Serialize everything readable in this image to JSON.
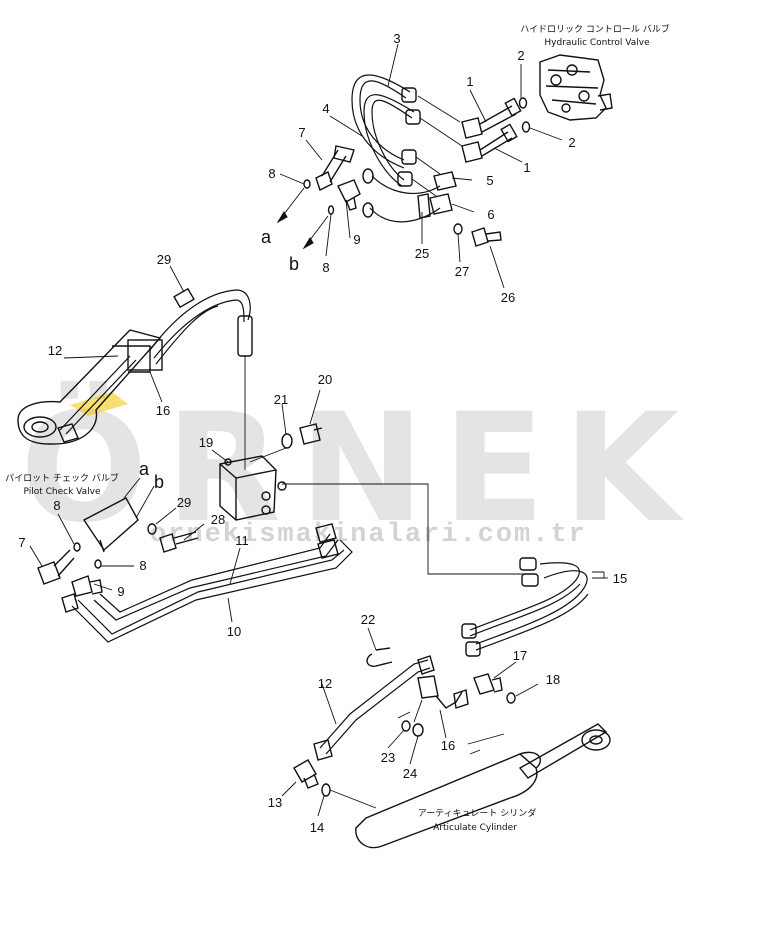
{
  "watermark": {
    "brand": "ÖRNEK",
    "url": "ornekismakinalari.com.tr",
    "brand_color": "#8a8a8a",
    "accent_color": "#f2c200"
  },
  "captions": {
    "hydraulic_valve_jp": "ハイドロリック コントロール バルブ",
    "hydraulic_valve_en": "Hydraulic Control Valve",
    "pilot_check_valve_jp": "パイロット チェック バルブ",
    "pilot_check_valve_en": "Pilot Check Valve",
    "articulate_cylinder_jp": "アーティキュレート シリンダ",
    "articulate_cylinder_en": "Articulate Cylinder"
  },
  "letters": {
    "a_top": "a",
    "b_top": "b",
    "a_mid": "a",
    "b_mid": "b"
  },
  "callouts": {
    "c1a": "1",
    "c1b": "1",
    "c2a": "2",
    "c2b": "2",
    "c3": "3",
    "c4": "4",
    "c5": "5",
    "c6": "6",
    "c7a": "7",
    "c8a": "8",
    "c9a": "9",
    "c8b": "8",
    "c25": "25",
    "c27": "27",
    "c26": "26",
    "c29a": "29",
    "c12a": "12",
    "c16a": "16",
    "c21": "21",
    "c20": "20",
    "c19": "19",
    "c8c": "8",
    "c29b": "29",
    "c28": "28",
    "c7b": "7",
    "c8d": "8",
    "c11": "11",
    "c9b": "9",
    "c10": "10",
    "c15": "15",
    "c22": "22",
    "c17": "17",
    "c18": "18",
    "c12b": "12",
    "c16b": "16",
    "c23": "23",
    "c24": "24",
    "c13": "13",
    "c14": "14"
  }
}
